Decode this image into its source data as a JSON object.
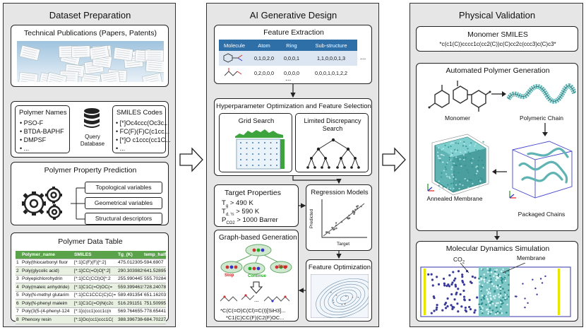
{
  "panels": {
    "left_title": "Dataset Preparation",
    "mid_title": "AI Generative Design",
    "right_title": "Physical Validation"
  },
  "left": {
    "tech_pub": "Technical Publications (Papers, Patents)",
    "polymer_names_title": "Polymer Names",
    "polymer_names": [
      "PSO-F",
      "BTDA-BAPHF",
      "DMPSF",
      "..."
    ],
    "smiles_title": "SMILES Codes",
    "smiles": [
      "[*]Oc4ccc(Oc3c...",
      "FC(F)(F)C(c1cc...",
      "[*]O c1ccc(cc1C...",
      "..."
    ],
    "query_db": "Query Database",
    "property_title": "Polymer Property Prediction",
    "properties": [
      "Topological variables",
      "Geometrical variables",
      "Structural descriptors"
    ],
    "table_title": "Polymer Data Table",
    "table_headers": [
      "",
      "Polymer_name",
      "SMILES",
      "Tg_(K)",
      "temp_half"
    ],
    "table_rows": [
      [
        "1",
        "Poly(thiocarbonyl fluor",
        "[*:1]C(F)(F)[*:2]",
        "475.0123054",
        "594.6907"
      ],
      [
        "2",
        "Poly(glycolic acid)",
        "[*:1]CC(=O)O[*:2]",
        "290.3039829",
        "641.52895"
      ],
      [
        "3",
        "Polyepichlorohydrin",
        "[*:1]CC(CCl)O[*:2",
        "255.9904457",
        "555.70284"
      ],
      [
        "4",
        "Poly(maleic anhydride)",
        "[*:1]C1C(=O)OC(=",
        "559.3994615",
        "728.24078"
      ],
      [
        "5",
        "Poly(N-methyl glutarim",
        "[*:1]CC1CCC(C)C(=",
        "589.4913547",
        "651.16203"
      ],
      [
        "6",
        "Poly(N-phenyl maleim",
        "[*:1]C1C(=O)N(c2c",
        "516.291151",
        "751.50995"
      ],
      [
        "7",
        "Poly(3(5-(4-phenyl-124",
        "[*:1]c(cc1)ccc1c(n",
        "569.7646554",
        "778.65441"
      ],
      [
        "8",
        "Phenoxy resin",
        "[*:1]Oc(cc1)ccc1C(",
        "388.3967384",
        "684.70227"
      ]
    ]
  },
  "mid": {
    "feature_title": "Feature Extraction",
    "feature_headers": [
      "Molecule",
      "Atom",
      "Ring",
      "Sub-structure"
    ],
    "feature_rows": [
      [
        "0,1,0,2,0",
        "0,0,0,1",
        "1,1,0,0,0,1,3"
      ],
      [
        "0,2,0,0,0",
        "0,0,0,0",
        "0,0,0,1,0,1,2,2"
      ]
    ],
    "feature_ellipsis_row": "...",
    "feature_ellipsis_col": "...",
    "hyper_title": "Hyperparameter Optimization and Feature Selection",
    "grid_search": "Grid Search",
    "lds": "Limited Discrepancy Search",
    "target_title": "Target Properties",
    "target_lines": [
      "T",
      "g",
      " > 490 K",
      "T",
      "d, ½",
      " > 590 K",
      "P",
      "CO2",
      " > 1000 Barrer"
    ],
    "regression_title": "Regression Models",
    "reg_xlabel": "Target",
    "reg_ylabel": "Predicted",
    "graph_title": "Graph-based Generation",
    "graph_labels": [
      "Stop",
      "Continue",
      "Stop"
    ],
    "gen_smiles": [
      "*C(C(=O)C(Cl)=C(I)[SiH3]...",
      "*C1(C)CC(F)(C2(F)OC..."
    ],
    "graph_ellipsis": "...",
    "feature_opt_title": "Feature Optimization"
  },
  "right": {
    "monomer_smiles_title": "Monomer SMILES",
    "monomer_smiles": "*c(c1(C))cccc1c(cc2(C))c(C)cc2c(ccc3)c(C)c3*",
    "apg_title": "Automated Polymer Generation",
    "monomer": "Monomer",
    "polymeric_chain": "Polymeric Chain",
    "annealed": "Annealed Membrane",
    "packaged": "Packaged Chains",
    "md_title": "Molecular Dynamics Simulation",
    "co2": "CO",
    "co2_sub": "2",
    "membrane": "Membrane"
  },
  "colors": {
    "panel_bg": "#e6e6e6",
    "header_blue": "#2f6fa8",
    "table_green": "#5aa34a",
    "chain_teal": "#5fb3b3",
    "md_purple": "#3a3a9a"
  }
}
